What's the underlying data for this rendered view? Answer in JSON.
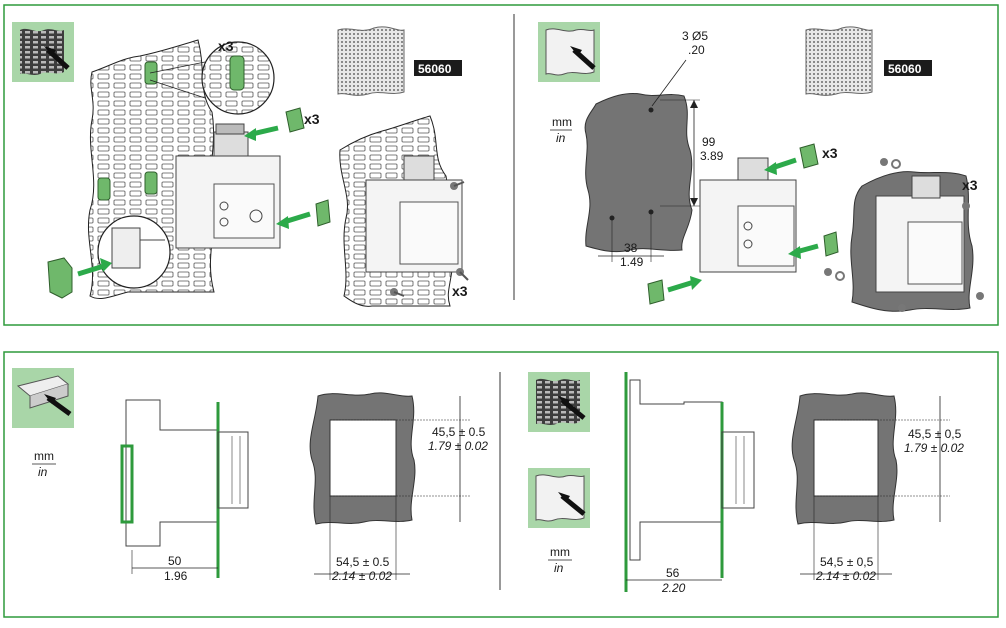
{
  "colors": {
    "frame": "#2e9a3c",
    "tile": "#a9d6a8",
    "arrow": "#2caa4a",
    "clip": "#6fb86b",
    "plate": "#747474",
    "device": "#f4f4f4"
  },
  "icons": [
    "perforated-plate-icon",
    "flat-plate-icon",
    "din-rail-icon",
    "fixing-kit-icon"
  ],
  "top_left": {
    "qty_clips": "x3",
    "qty_brackets": "x3",
    "qty_screws": "x3",
    "kit_ref": "56060"
  },
  "top_right": {
    "unit_mm": "mm",
    "unit_in": "in",
    "holes_mm": "3 Ø5",
    "holes_in": ".20",
    "height_mm": "99",
    "height_in": "3.89",
    "width_mm": "38",
    "width_in": "1.49",
    "qty_screws": "x3",
    "kit_ref": "56060"
  },
  "bottom_left": {
    "unit_mm": "mm",
    "unit_in": "in",
    "depth_mm": "50",
    "depth_in": "1.96",
    "cut_h_mm": "45,5 ± 0.5",
    "cut_h_in": "1.79 ± 0.02",
    "cut_w_mm": "54,5 ± 0.5",
    "cut_w_in": "2.14 ± 0.02"
  },
  "bottom_right": {
    "unit_mm": "mm",
    "unit_in": "in",
    "depth_mm": "56",
    "depth_in": "2.20",
    "cut_h_mm": "45,5 ± 0,5",
    "cut_h_in": "1.79 ± 0.02",
    "cut_w_mm": "54,5 ± 0,5",
    "cut_w_in": "2.14 ± 0.02"
  }
}
